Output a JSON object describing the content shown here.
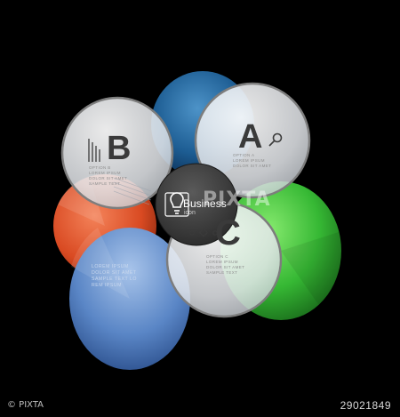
{
  "circles": {
    "a": {
      "letter": "A",
      "caption": [
        "OPTION A",
        "LOREM IPSUM",
        "DOLOR SIT AMET"
      ]
    },
    "b": {
      "letter": "B",
      "caption": [
        "OPTION B",
        "LOREM IPSUM",
        "DOLOR SIT AMET",
        "SAMPLE TEXT"
      ]
    },
    "c": {
      "letter": "C",
      "caption": [
        "OPTION C",
        "LOREM IPSUM",
        "DOLOR SIT AMET",
        "SAMPLE TEXT"
      ]
    },
    "blue_text": [
      "LOREM IPSUM",
      "DOLOR SIT AMET",
      "SAMPLE TEXT LO",
      "REM IPSUM"
    ]
  },
  "center": {
    "title": "Business",
    "subtitle": "icon"
  },
  "watermark": {
    "mark": "PIXTA"
  },
  "footer": {
    "credit": "© PIXTA",
    "image_id": "29021849"
  },
  "colors": {
    "background": "#000000",
    "blue_dark": "#1d5d93",
    "orange": "#e2572e",
    "green": "#3ec43c",
    "blue_light": "#5a86c6",
    "glass": "#d8dadd",
    "center": "#3a3a3a"
  },
  "icons": [
    "magnifier-icon",
    "bar-lines-icon",
    "diamond-dots-icon",
    "lightbulb-icon"
  ]
}
